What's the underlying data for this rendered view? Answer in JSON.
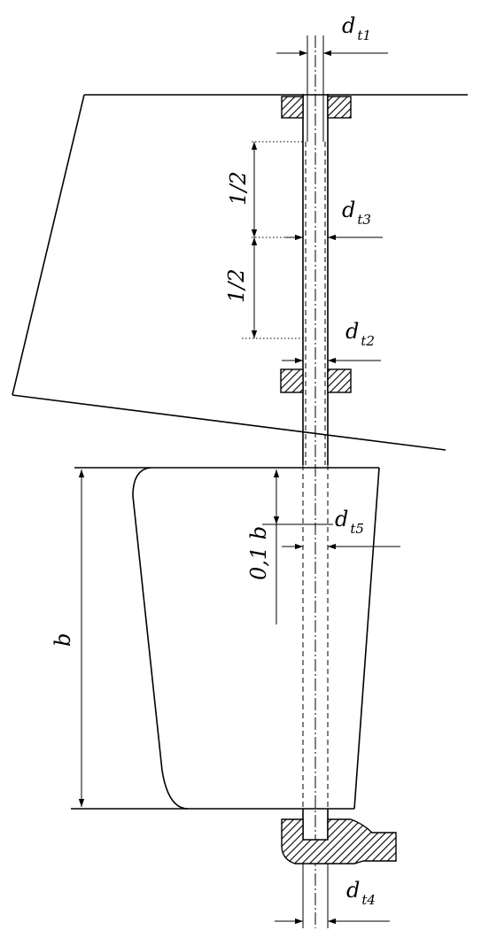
{
  "labels": {
    "dt1": {
      "main": "d",
      "sub": "t1"
    },
    "dt2": {
      "main": "d",
      "sub": "t2"
    },
    "dt3": {
      "main": "d",
      "sub": "t3"
    },
    "dt4": {
      "main": "d",
      "sub": "t4"
    },
    "dt5": {
      "main": "d",
      "sub": "t5"
    },
    "half_upper": "1/2",
    "half_lower": "1/2",
    "tenth_b": "0,1 b",
    "b": "b"
  }
}
